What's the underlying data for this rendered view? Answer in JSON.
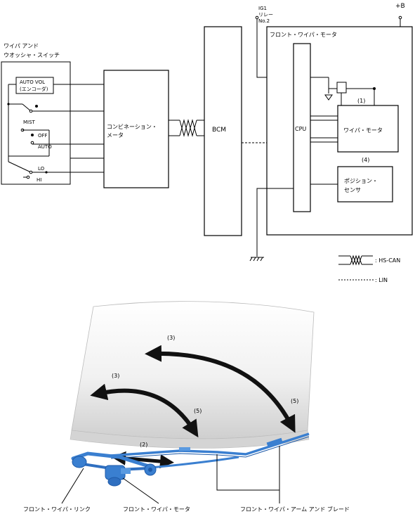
{
  "wiring": {
    "switch_title_1": "ワイパ アンド",
    "switch_title_2": "ウオッシャ・スイッチ",
    "auto_vol_1": "AUTO VOL",
    "auto_vol_2": "(エンコーダ)",
    "mist": "MIST",
    "off": "OFF",
    "auto": "AUTO",
    "lo": "LO",
    "hi": "HI",
    "combination_meter_1": "コンビネーション・",
    "combination_meter_2": "メータ",
    "bcm": "BCM",
    "ig1_1": "IG1",
    "ig1_2": "リレー",
    "ig1_3": "No.2",
    "plus_b": "+B",
    "motor_module_title": "フロント・ワイパ・モータ",
    "cpu": "CPU",
    "wiper_motor": "ワイパ・モータ",
    "position_sensor_1": "ポジション・",
    "position_sensor_2": "センサ",
    "label_1": "(1)",
    "label_4": "(4)"
  },
  "legend": {
    "hs_can": ": HS-CAN",
    "lin": ": LIN"
  },
  "illustration": {
    "label_3a": "(3)",
    "label_3b": "(3)",
    "label_5a": "(5)",
    "label_5b": "(5)",
    "label_2": "(2)",
    "caption_link": "フロント・ワイパ・リンク",
    "caption_motor": "フロント・ワイパ・モータ",
    "caption_arm": "フロント・ワイパ・アーム アンド ブレード"
  },
  "colors": {
    "wiper_blue": "#3a7fd0",
    "arrow_black": "#111111"
  }
}
